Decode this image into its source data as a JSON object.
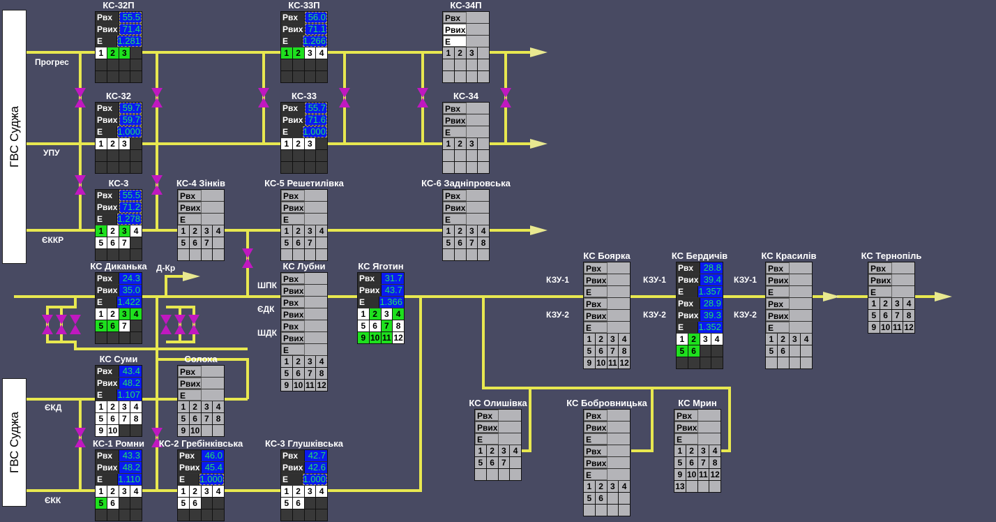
{
  "sources": [
    {
      "id": "src-top",
      "label": "ГВС Суджа"
    },
    {
      "id": "src-bottom",
      "label": "ГВС Суджа"
    }
  ],
  "line_labels": {
    "progres": "Прогрес",
    "upu": "УПУ",
    "ekkr": "ЄККР",
    "d_kr": "Д-Кр",
    "shpk": "ШПК",
    "edk_lubny": "ЄДК",
    "shdk": "ШДК",
    "ekd": "ЄКД",
    "ekk": "ЄКК",
    "kzu1_a": "КЗУ-1",
    "kzu2_a": "КЗУ-2",
    "kzu1_b": "КЗУ-1",
    "kzu2_b": "КЗУ-2",
    "kzu1_c": "КЗУ-1",
    "kzu2_c": "КЗУ-2"
  },
  "param_labels": {
    "pin": "Рвх",
    "pout": "Рвих",
    "e": "Е"
  },
  "stations": [
    {
      "key": "ks32p",
      "title": "КС-32П",
      "active": true,
      "params": [
        {
          "n": "Рвх",
          "v": "55.5"
        },
        {
          "n": "Рвих",
          "v": "71.4"
        },
        {
          "n": "Е",
          "v": "1.281"
        }
      ],
      "units": [
        "1",
        "2",
        "3",
        "",
        "",
        "",
        "",
        "",
        "",
        "",
        "",
        ""
      ],
      "state": [
        "w",
        "g",
        "g",
        "",
        "",
        "",
        "",
        "",
        "",
        "",
        "",
        ""
      ]
    },
    {
      "key": "ks33p",
      "title": "КС-33П",
      "active": true,
      "params": [
        {
          "n": "Рвх",
          "v": "56.0"
        },
        {
          "n": "Рвих",
          "v": "71.1"
        },
        {
          "n": "Е",
          "v": "1.266"
        }
      ],
      "units": [
        "1",
        "2",
        "3",
        "4",
        "",
        "",
        "",
        "",
        "",
        "",
        "",
        ""
      ],
      "state": [
        "g",
        "g",
        "w",
        "w",
        "",
        "",
        "",
        "",
        "",
        "",
        "",
        ""
      ]
    },
    {
      "key": "ks34p",
      "title": "КС-34П",
      "active": false,
      "params": [
        {
          "n": "Рвх",
          "v": ""
        },
        {
          "n": "Рвих",
          "v": ""
        },
        {
          "n": "Е",
          "v": ""
        }
      ],
      "units": [
        "1",
        "2",
        "3",
        "",
        "",
        "",
        "",
        "",
        "",
        "",
        "",
        ""
      ]
    },
    {
      "key": "ks32",
      "title": "КС-32",
      "active": true,
      "params": [
        {
          "n": "Рвх",
          "v": "59.7"
        },
        {
          "n": "Рвих",
          "v": "59.7"
        },
        {
          "n": "Е",
          "v": "1.000"
        }
      ],
      "units": [
        "1",
        "2",
        "3",
        "",
        "",
        "",
        "",
        "",
        "",
        "",
        "",
        ""
      ],
      "state": [
        "w",
        "w",
        "w",
        "",
        "",
        "",
        "",
        "",
        "",
        "",
        "",
        ""
      ]
    },
    {
      "key": "ks33",
      "title": "КС-33",
      "active": true,
      "params": [
        {
          "n": "Рвх",
          "v": "55.7"
        },
        {
          "n": "Рвих",
          "v": "71.6"
        },
        {
          "n": "Е",
          "v": "1.000"
        }
      ],
      "units": [
        "1",
        "2",
        "3",
        "",
        "",
        "",
        "",
        "",
        "",
        "",
        "",
        ""
      ],
      "state": [
        "w",
        "w",
        "w",
        "",
        "",
        "",
        "",
        "",
        "",
        "",
        "",
        ""
      ]
    },
    {
      "key": "ks34",
      "title": "КС-34",
      "active": false,
      "params": [
        {
          "n": "Рвх",
          "v": ""
        },
        {
          "n": "Рвих",
          "v": ""
        },
        {
          "n": "Е",
          "v": ""
        }
      ],
      "units": [
        "1",
        "2",
        "3",
        "",
        "",
        "",
        "",
        "",
        "",
        "",
        "",
        ""
      ]
    },
    {
      "key": "ks3",
      "title": "КС-3",
      "active": true,
      "params": [
        {
          "n": "Рвх",
          "v": "55.5"
        },
        {
          "n": "Рвих",
          "v": "71.2"
        },
        {
          "n": "Е",
          "v": "1.278"
        }
      ],
      "units": [
        "1",
        "2",
        "3",
        "4",
        "5",
        "6",
        "7",
        "",
        "",
        "",
        "",
        ""
      ],
      "state": [
        "g",
        "w",
        "g",
        "w",
        "w",
        "w",
        "w",
        "",
        "",
        "",
        "",
        ""
      ]
    },
    {
      "key": "ks4",
      "title": "КС-4 Зінків",
      "active": false,
      "params": [
        {
          "n": "Рвх",
          "v": ""
        },
        {
          "n": "Рвих",
          "v": ""
        },
        {
          "n": "Е",
          "v": ""
        }
      ],
      "units": [
        "1",
        "2",
        "3",
        "4",
        "5",
        "6",
        "7",
        "",
        "",
        "",
        "",
        ""
      ]
    },
    {
      "key": "ks5",
      "title": "КС-5 Решетилівка",
      "active": false,
      "params": [
        {
          "n": "Рвх",
          "v": ""
        },
        {
          "n": "Рвих",
          "v": ""
        },
        {
          "n": "Е",
          "v": ""
        }
      ],
      "units": [
        "1",
        "2",
        "3",
        "4",
        "5",
        "6",
        "7",
        "",
        "",
        "",
        "",
        ""
      ]
    },
    {
      "key": "ks6",
      "title": "КС-6 Задніпровська",
      "active": false,
      "params": [
        {
          "n": "Рвх",
          "v": ""
        },
        {
          "n": "Рвих",
          "v": ""
        },
        {
          "n": "Е",
          "v": ""
        }
      ],
      "units": [
        "1",
        "2",
        "3",
        "4",
        "5",
        "6",
        "7",
        "8",
        "",
        "",
        "",
        ""
      ]
    },
    {
      "key": "dykanka",
      "title": "КС Диканька",
      "active": true,
      "params": [
        {
          "n": "Рвх",
          "v": "24.3"
        },
        {
          "n": "Рвих",
          "v": "35.0"
        },
        {
          "n": "Е",
          "v": "1.422"
        }
      ],
      "units": [
        "1",
        "2",
        "3",
        "4",
        "5",
        "6",
        "7",
        "",
        "",
        "",
        "",
        ""
      ],
      "state": [
        "w",
        "w",
        "g",
        "g",
        "g",
        "g",
        "w",
        "",
        "",
        "",
        "",
        ""
      ]
    },
    {
      "key": "lubny",
      "title": "КС Лубни",
      "active": false,
      "params": [
        {
          "n": "Рвх",
          "v": ""
        },
        {
          "n": "Рвих",
          "v": ""
        },
        {
          "n": "Рвх",
          "v": ""
        },
        {
          "n": "Рвих",
          "v": ""
        },
        {
          "n": "Рвх",
          "v": ""
        },
        {
          "n": "Рвих",
          "v": ""
        },
        {
          "n": "Е",
          "v": ""
        }
      ],
      "units": [
        "1",
        "2",
        "3",
        "4",
        "5",
        "6",
        "7",
        "8",
        "9",
        "10",
        "11",
        "12"
      ]
    },
    {
      "key": "yagotyn",
      "title": "КС Яготин",
      "active": true,
      "params": [
        {
          "n": "Рвх",
          "v": "31.7"
        },
        {
          "n": "Рвих",
          "v": "43.7"
        },
        {
          "n": "Е",
          "v": "1.366"
        }
      ],
      "units": [
        "1",
        "2",
        "3",
        "4",
        "5",
        "6",
        "7",
        "8",
        "9",
        "10",
        "11",
        "12"
      ],
      "state": [
        "w",
        "g",
        "w",
        "g",
        "w",
        "w",
        "g",
        "w",
        "g",
        "g",
        "g",
        "w"
      ]
    },
    {
      "key": "sumy",
      "title": "КС Суми",
      "active": true,
      "params": [
        {
          "n": "Рвх",
          "v": "43.4"
        },
        {
          "n": "Рвих",
          "v": "48.2"
        },
        {
          "n": "Е",
          "v": "1.107"
        }
      ],
      "units": [
        "1",
        "2",
        "3",
        "4",
        "5",
        "6",
        "7",
        "8",
        "9",
        "10",
        "",
        ""
      ],
      "state": [
        "w",
        "w",
        "w",
        "w",
        "w",
        "w",
        "w",
        "w",
        "w",
        "w",
        "",
        ""
      ]
    },
    {
      "key": "solokha",
      "title": "Солоха",
      "active": false,
      "params": [
        {
          "n": "Рвх",
          "v": ""
        },
        {
          "n": "Рвих",
          "v": ""
        },
        {
          "n": "Е",
          "v": ""
        }
      ],
      "units": [
        "1",
        "2",
        "3",
        "4",
        "5",
        "6",
        "7",
        "8",
        "9",
        "10",
        "",
        ""
      ]
    },
    {
      "key": "romny",
      "title": "КС-1 Ромни",
      "active": true,
      "params": [
        {
          "n": "Рвх",
          "v": "43.3"
        },
        {
          "n": "Рвих",
          "v": "48.2"
        },
        {
          "n": "Е",
          "v": "1.110"
        }
      ],
      "units": [
        "1",
        "2",
        "3",
        "4",
        "5",
        "6",
        "",
        "",
        "",
        "",
        "",
        ""
      ],
      "state": [
        "w",
        "w",
        "w",
        "w",
        "g",
        "w",
        "",
        "",
        "",
        "",
        "",
        ""
      ]
    },
    {
      "key": "grebinkivska",
      "title": "КС-2 Гребінківська",
      "active": true,
      "params": [
        {
          "n": "Рвх",
          "v": "46.0"
        },
        {
          "n": "Рвих",
          "v": "45.4"
        },
        {
          "n": "Е",
          "v": "1.000"
        }
      ],
      "units": [
        "1",
        "2",
        "3",
        "4",
        "5",
        "6",
        "",
        "",
        "",
        "",
        "",
        ""
      ],
      "state": [
        "w",
        "w",
        "w",
        "w",
        "w",
        "w",
        "",
        "",
        "",
        "",
        "",
        ""
      ]
    },
    {
      "key": "glushkivska",
      "title": "КС-3 Глушківська",
      "active": true,
      "params": [
        {
          "n": "Рвх",
          "v": "42.7"
        },
        {
          "n": "Рвих",
          "v": "42.6"
        },
        {
          "n": "Е",
          "v": "1.000"
        }
      ],
      "units": [
        "1",
        "2",
        "3",
        "4",
        "5",
        "6",
        "",
        "",
        "",
        "",
        "",
        ""
      ],
      "state": [
        "w",
        "w",
        "w",
        "w",
        "w",
        "w",
        "",
        "",
        "",
        "",
        "",
        ""
      ]
    },
    {
      "key": "boyarka",
      "title": "КС Боярка",
      "active": false,
      "params": [
        {
          "n": "Рвх",
          "v": ""
        },
        {
          "n": "Рвих",
          "v": ""
        },
        {
          "n": "Е",
          "v": ""
        },
        {
          "n": "Рвх",
          "v": ""
        },
        {
          "n": "Рвих",
          "v": ""
        },
        {
          "n": "Е",
          "v": ""
        }
      ],
      "units": [
        "1",
        "2",
        "3",
        "4",
        "5",
        "6",
        "7",
        "8",
        "9",
        "10",
        "11",
        "12"
      ]
    },
    {
      "key": "berdychiv",
      "title": "КС Бердичів",
      "active": true,
      "params": [
        {
          "n": "Рвх",
          "v": "28.8"
        },
        {
          "n": "Рвих",
          "v": "39.4"
        },
        {
          "n": "Е",
          "v": "1.357"
        },
        {
          "n": "Рвх",
          "v": "28.9"
        },
        {
          "n": "Рвих",
          "v": "39.3"
        },
        {
          "n": "Е",
          "v": "1.352"
        }
      ],
      "units": [
        "1",
        "2",
        "3",
        "4",
        "5",
        "6",
        "",
        "",
        "",
        "",
        "",
        ""
      ],
      "state": [
        "w",
        "g",
        "w",
        "w",
        "g",
        "g",
        "",
        "",
        "",
        "",
        "",
        ""
      ]
    },
    {
      "key": "krasyliv",
      "title": "КС Красилів",
      "active": false,
      "params": [
        {
          "n": "Рвх",
          "v": ""
        },
        {
          "n": "Рвих",
          "v": ""
        },
        {
          "n": "Е",
          "v": ""
        },
        {
          "n": "Рвх",
          "v": ""
        },
        {
          "n": "Рвих",
          "v": ""
        },
        {
          "n": "Е",
          "v": ""
        }
      ],
      "units": [
        "1",
        "2",
        "3",
        "4",
        "5",
        "6",
        "",
        "",
        "",
        "",
        "",
        ""
      ]
    },
    {
      "key": "ternopil",
      "title": "КС Тернопіль",
      "active": false,
      "params": [
        {
          "n": "Рвх",
          "v": ""
        },
        {
          "n": "Рвих",
          "v": ""
        },
        {
          "n": "Е",
          "v": ""
        }
      ],
      "units": [
        "1",
        "2",
        "3",
        "4",
        "5",
        "6",
        "7",
        "8",
        "9",
        "10",
        "11",
        "12"
      ]
    },
    {
      "key": "olyshivka",
      "title": "КС Олишівка",
      "active": false,
      "params": [
        {
          "n": "Рвх",
          "v": ""
        },
        {
          "n": "Рвих",
          "v": ""
        },
        {
          "n": "Е",
          "v": ""
        }
      ],
      "units": [
        "1",
        "2",
        "3",
        "4",
        "5",
        "6",
        "7",
        "",
        "",
        "",
        "",
        ""
      ]
    },
    {
      "key": "bobrovnytska",
      "title": "КС Бобровницька",
      "active": false,
      "params": [
        {
          "n": "Рвх",
          "v": ""
        },
        {
          "n": "Рвих",
          "v": ""
        },
        {
          "n": "Е",
          "v": ""
        },
        {
          "n": "Рвх",
          "v": ""
        },
        {
          "n": "Рвих",
          "v": ""
        },
        {
          "n": "Е",
          "v": ""
        }
      ],
      "units": [
        "1",
        "2",
        "3",
        "4",
        "5",
        "6",
        "",
        "",
        "",
        "",
        "",
        ""
      ]
    },
    {
      "key": "mryn",
      "title": "КС Мрин",
      "active": false,
      "params": [
        {
          "n": "Рвх",
          "v": ""
        },
        {
          "n": "Рвих",
          "v": ""
        },
        {
          "n": "Е",
          "v": ""
        }
      ],
      "units": [
        "1",
        "2",
        "3",
        "4",
        "5",
        "6",
        "7",
        "8",
        "9",
        "10",
        "11",
        "12",
        "13",
        "",
        "",
        ""
      ]
    }
  ]
}
